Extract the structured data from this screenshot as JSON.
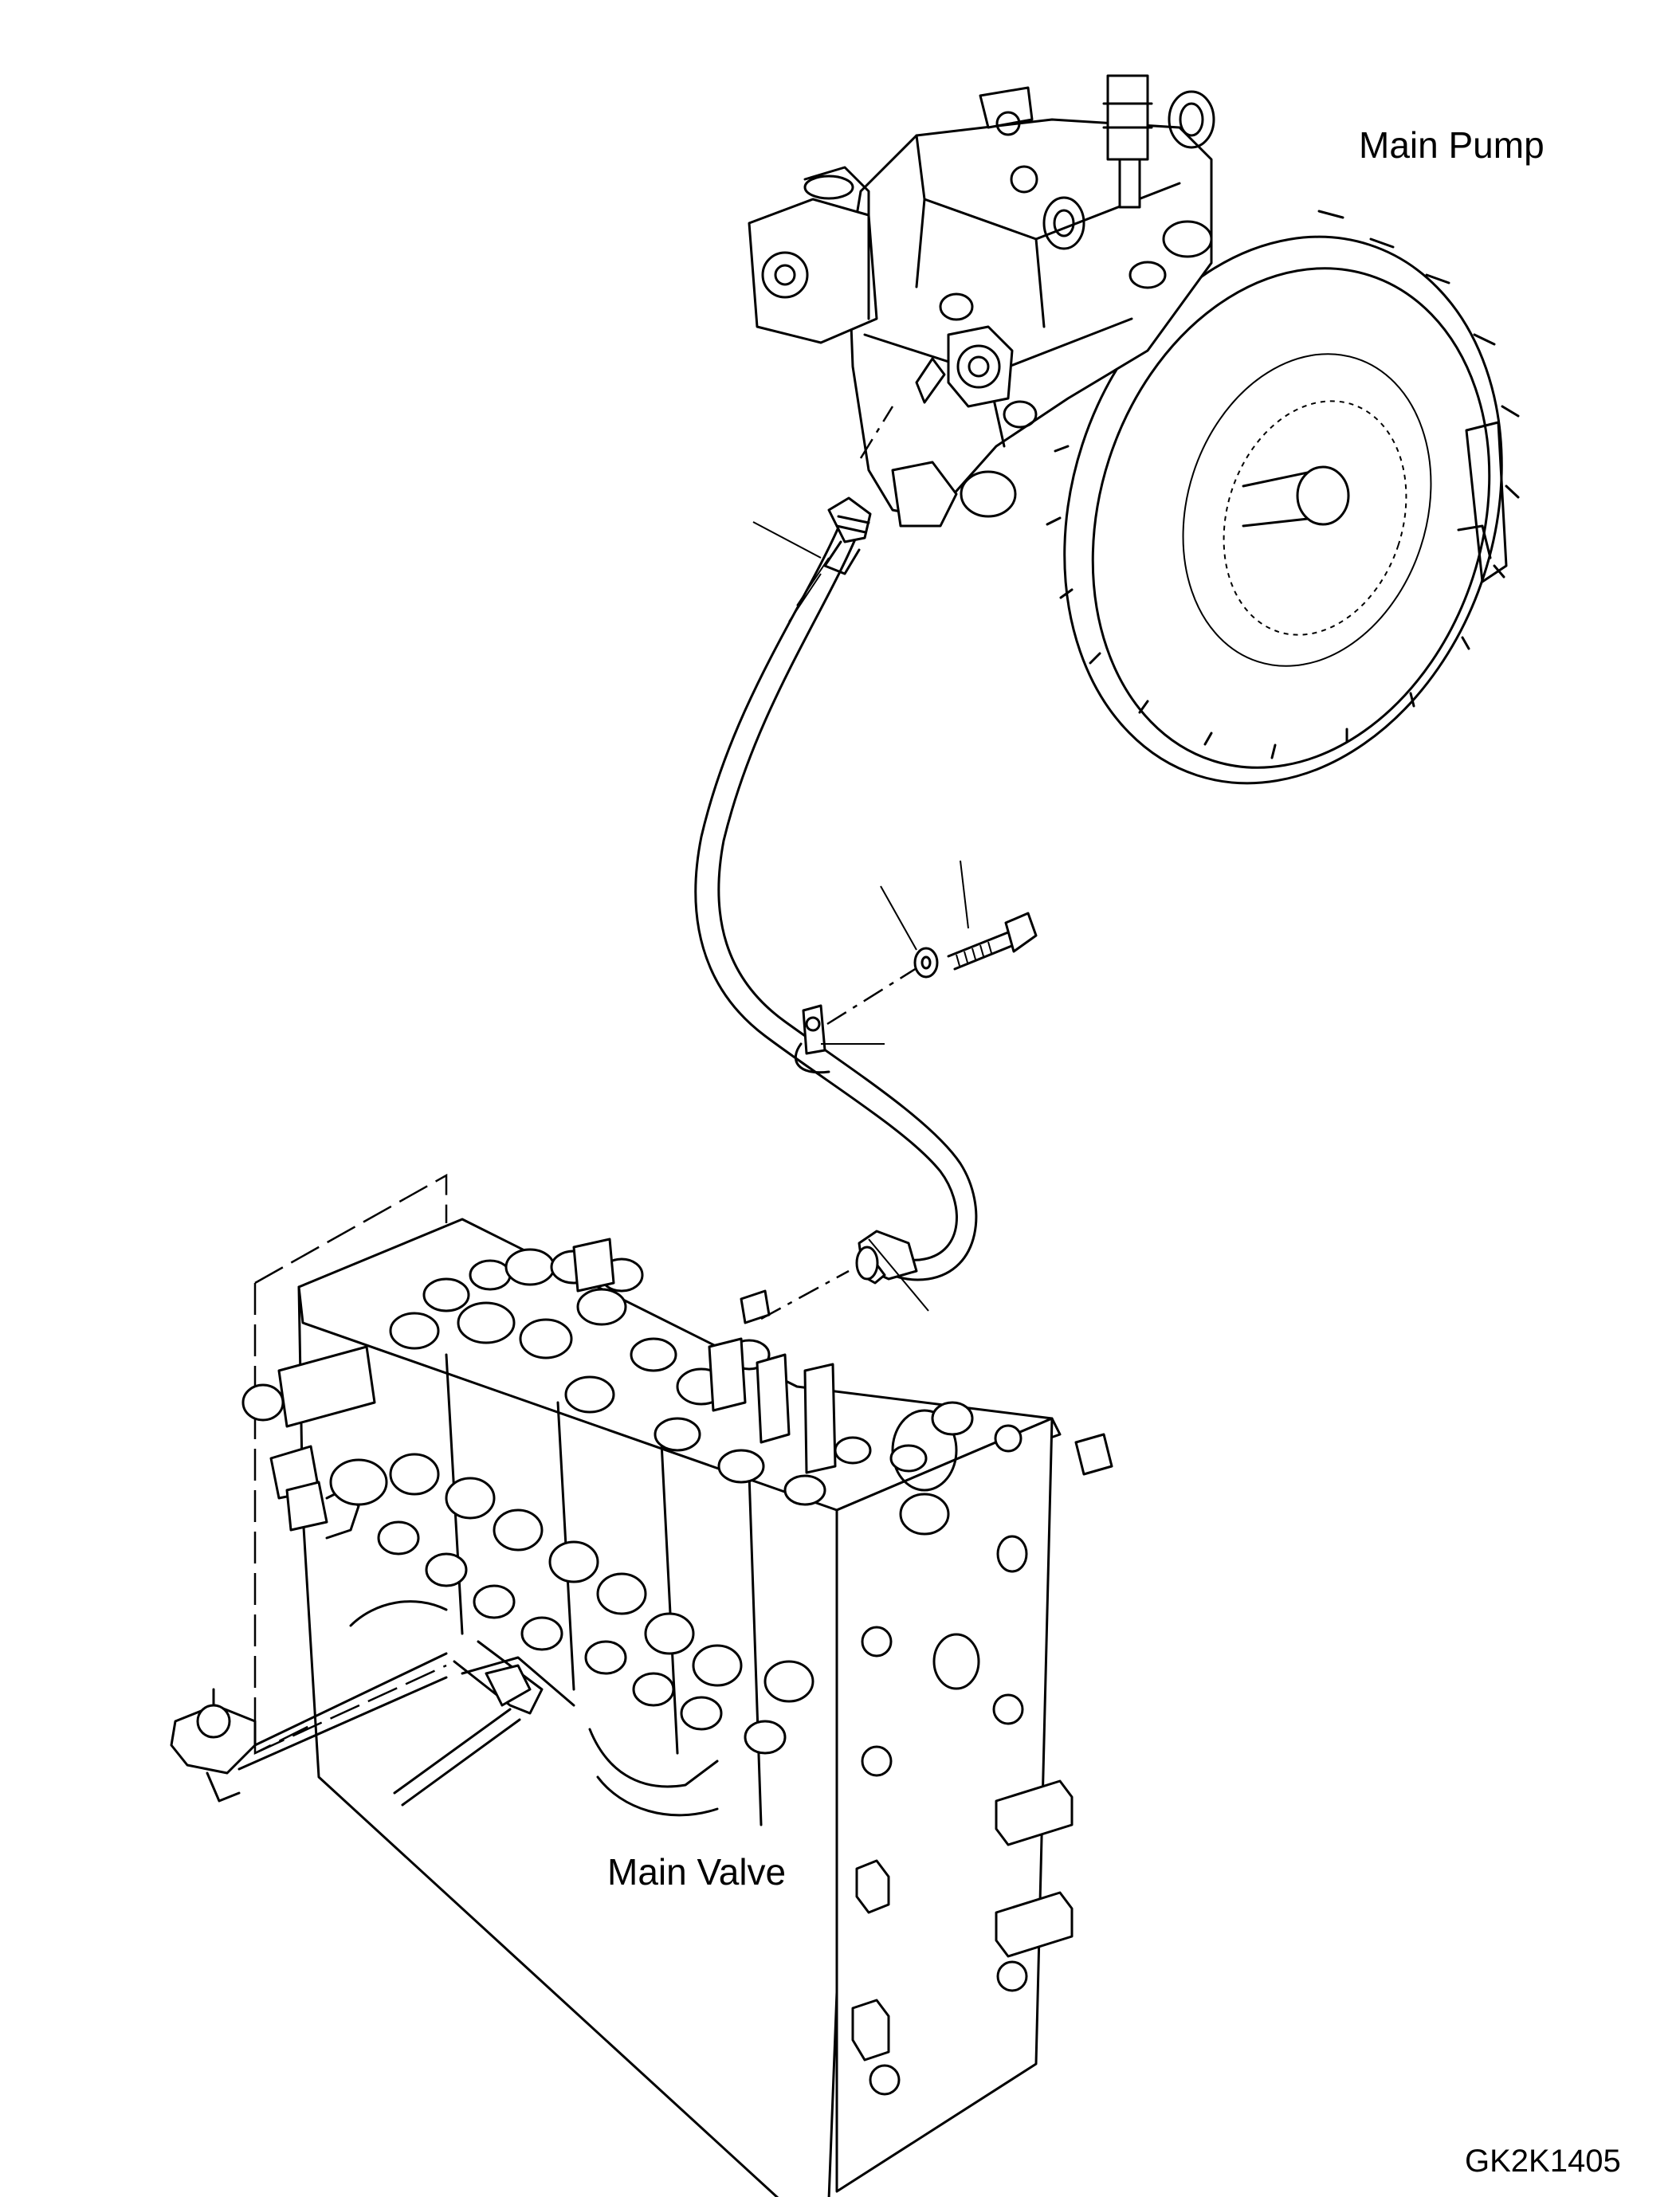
{
  "labels": {
    "main_pump": "Main Pump",
    "main_valve": "Main Valve",
    "figure_code": "GK2K1405"
  },
  "colors": {
    "line": "#000000",
    "background": "#ffffff"
  }
}
